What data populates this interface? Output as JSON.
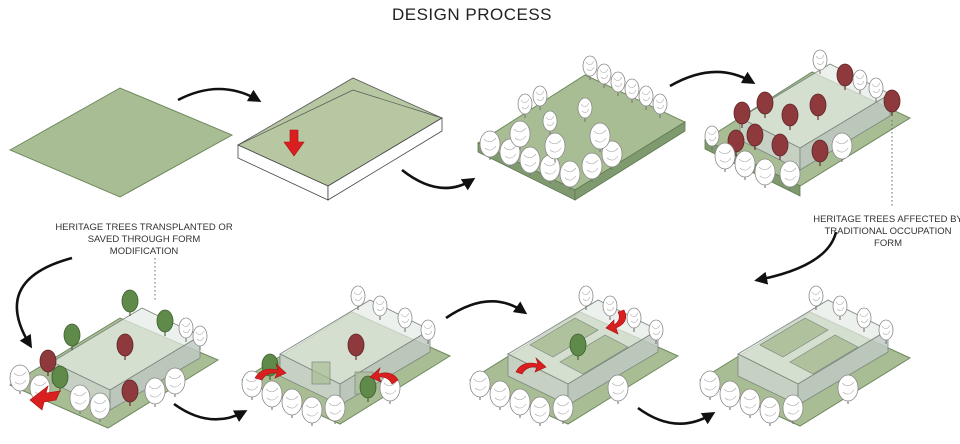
{
  "diagram": {
    "title": "DESIGN PROCESS",
    "notes": {
      "saved_line1": "HERITAGE TREES TRANSPLANTED OR",
      "saved_line2": "SAVED THROUGH FORM",
      "saved_line3": "MODIFICATION",
      "affected_line1": "HERITAGE TREES AFFECTED BY",
      "affected_line2": "TRADITIONAL OCCUPATION",
      "affected_line3": "FORM"
    },
    "colors": {
      "ground": "#a9bd94",
      "heritage_tree_affected": "#8e3a3d",
      "heritage_tree_saved": "#5f8a4a",
      "existing_tree": "#ffffff",
      "modification_arrow": "#d91f1f",
      "flow_arrow": "#111111"
    },
    "steps": [
      {
        "order": 1,
        "content": "ground-plane"
      },
      {
        "order": 2,
        "content": "ground-plane-with-excavation"
      },
      {
        "order": 3,
        "content": "site-with-existing-trees"
      },
      {
        "order": 4,
        "content": "traditional-block-affecting-heritage-trees"
      },
      {
        "order": 5,
        "content": "heritage-trees-saved"
      },
      {
        "order": 6,
        "content": "form-modification"
      },
      {
        "order": 7,
        "content": "courtyards-carved"
      },
      {
        "order": 8,
        "content": "final-form"
      }
    ]
  }
}
